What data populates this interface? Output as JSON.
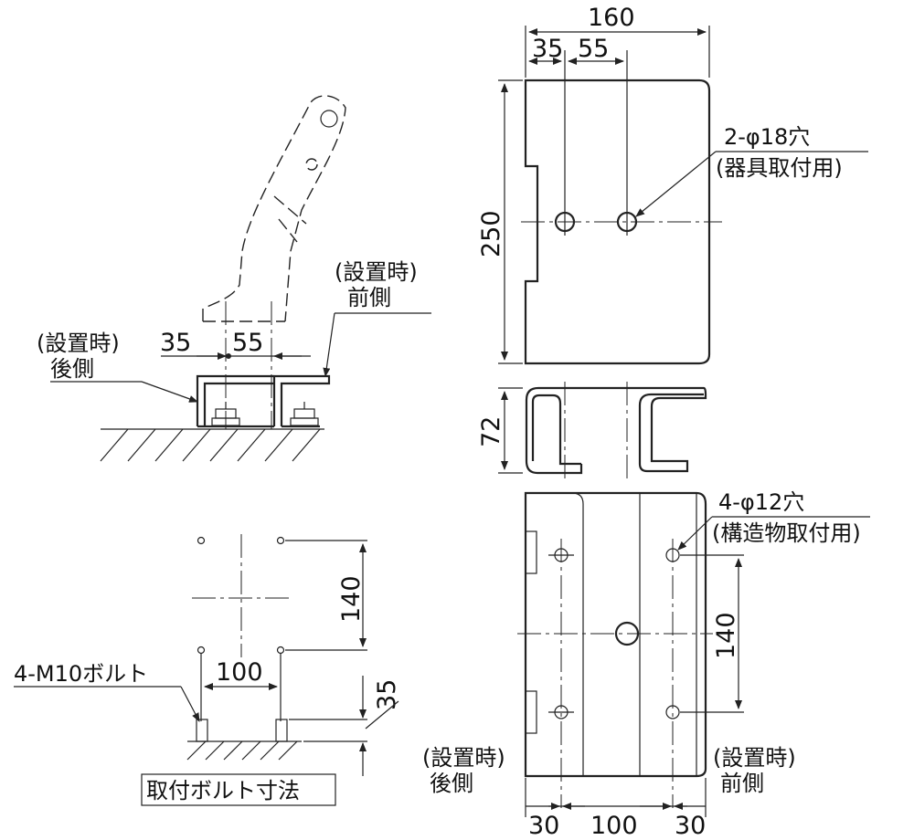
{
  "side_view": {
    "label_rear": [
      "(設置時)",
      "後側"
    ],
    "label_front": [
      "(設置時)",
      "前側"
    ],
    "dim_35": "35",
    "dim_55": "55"
  },
  "bolt_view": {
    "dim_140": "140",
    "dim_100": "100",
    "dim_35": "35",
    "bolt_label": "4-M10ボルト",
    "caption": "取付ボルト寸法"
  },
  "top_plate": {
    "dim_160": "160",
    "dim_35": "35",
    "dim_55": "55",
    "dim_250": "250",
    "hole_label": [
      "2-φ18穴",
      "(器具取付用)"
    ]
  },
  "profile": {
    "dim_72": "72"
  },
  "bottom_plate": {
    "hole_label": [
      "4-φ12穴",
      "(構造物取付用)"
    ],
    "dim_140": "140",
    "label_rear": [
      "(設置時)",
      "後側"
    ],
    "label_front": [
      "(設置時)",
      "前側"
    ],
    "dim_30_left": "30",
    "dim_100": "100",
    "dim_30_right": "30"
  }
}
